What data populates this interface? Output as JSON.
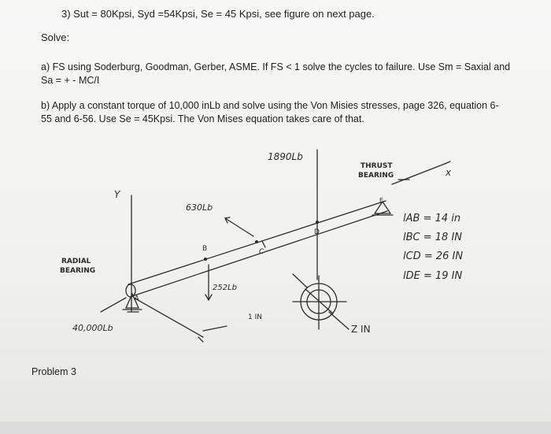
{
  "problem": {
    "header": "3)   Sut = 80Kpsi, Syd =54Kpsi, Se = 45 Kpsi, see figure on next page.",
    "solve_label": "Solve:",
    "part_a_line1": "a) FS using Soderburg, Goodman, Gerber, ASME. If FS < 1 solve the cycles to failure. Use Sm = Saxial and",
    "part_a_line2": "Sa = + - MC/I",
    "part_b_line1": "b) Apply a constant torque of 10,000 inLb and solve using the Von Misies stresses, page 326, equation 6-",
    "part_b_line2": "55 and 6-56. Use Se = 45Kpsi. The Von Mises equation takes care of that.",
    "caption": "Problem 3"
  },
  "figure": {
    "load_1890": "1890Lb",
    "thrust_bearing_1": "THRUST",
    "thrust_bearing_2": "BEARING",
    "axis_x": "x",
    "axis_y": "Y",
    "axis_z": "Z",
    "load_630": "630Lb",
    "point_b": "B",
    "point_c": "C",
    "point_d": "D",
    "point_e": "E",
    "point_a": "A",
    "radial_bearing_1": "RADIAL",
    "radial_bearing_2": "BEARING",
    "load_252": "252Lb",
    "load_40000": "40,000Lb",
    "dim_1in": "1 IN",
    "dim_2in": "Z IN",
    "l_ab": "lAB = 14 in",
    "l_bc": "lBC = 18 IN",
    "l_cd": "lCD = 26 IN",
    "l_de": "lDE = 19 IN"
  }
}
